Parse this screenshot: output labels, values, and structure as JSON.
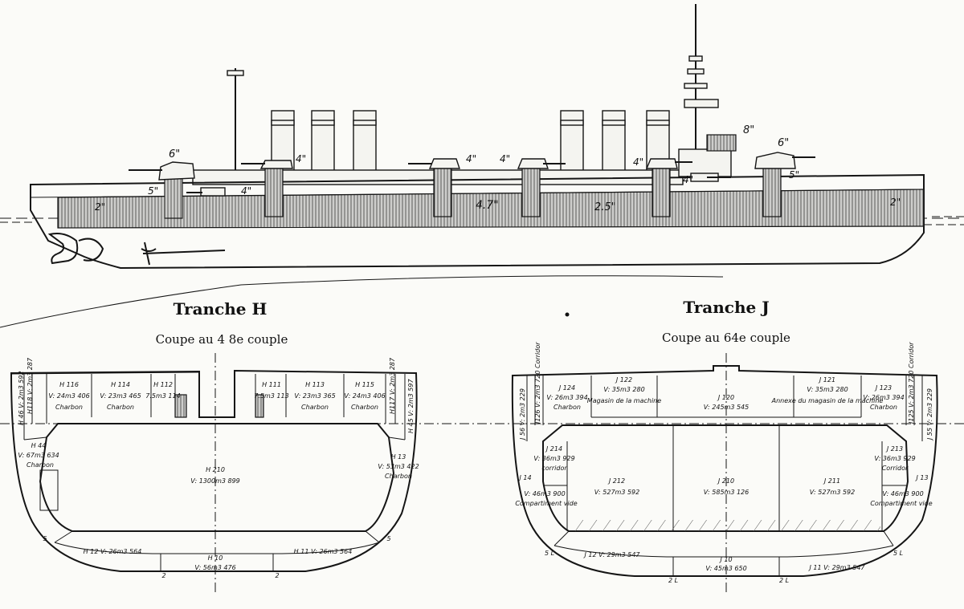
{
  "ship_labels": {
    "gun_6_fwd": "6\"",
    "gun_6_aft": "6\"",
    "gun_4_a": "4\"",
    "gun_4_b": "4\"",
    "gun_4_c": "4\"",
    "gun_4_d": "4\"",
    "gun_4_casemate": "4\"",
    "gun_4_aft_casemate": "4\"",
    "gun_5_fwd": "5\"",
    "gun_5_aft": "5\"",
    "gun_8": "8\"",
    "belt_2_fwd": "2\"",
    "belt_47": "4.7\"",
    "belt_25": "2.5\"",
    "belt_2_aft": "2\""
  },
  "tranche_h": {
    "title": "Tranche H",
    "subtitle": "Coupe au 4 8e couple",
    "cells": {
      "h46": "H 46 V: 2m3 592",
      "h118": "H118 V: 2m3 287",
      "h116": "H 116",
      "h116_v": "V: 24m3 406",
      "h116_c": "Charbon",
      "h114": "H 114",
      "h114_v": "V: 23m3 465",
      "h114_c": "Charbon",
      "h112": "H 112",
      "h112_v": "7.5m3 114",
      "h111": "H 111",
      "h111_v": "7.5m3 113",
      "h113": "H 113",
      "h113_v": "V: 23m3 365",
      "h113_c": "Charbon",
      "h115": "H 115",
      "h115_v": "V: 24m3 406",
      "h115_c": "Charbon",
      "h117": "H117 V: 2m3 287",
      "h45": "H 45 V: 2m3 597",
      "h44": "H 44",
      "h44_v": "V: 67m3 634",
      "h44_c": "Charbon",
      "h210": "H 210",
      "h210_v": "V: 1300m3 899",
      "h13": "H 13",
      "h13_v": "V: 53m3 422",
      "h13_c": "Charbon",
      "h12": "H 12  V: 26m3 564",
      "h10": "H 10",
      "h10_v": "V: 56m3 476",
      "h11": "H 11  V: 26m3 564",
      "frame_5_l": "5",
      "frame_5_r": "5",
      "frame_2_l": "2",
      "frame_2_r": "2"
    }
  },
  "tranche_j": {
    "title": "Tranche J",
    "subtitle": "Coupe au 64e couple",
    "cells": {
      "j124": "J 124",
      "j124_v": "V: 26m3 394",
      "j124_c": "Charbon",
      "j122": "J 122",
      "j122_v": "V: 35m3 280",
      "j122_c": "Magasin de la machine",
      "j120": "J 120",
      "j120_v": "V: 245m3 545",
      "j121": "J 121",
      "j121_v": "V: 35m3 280",
      "j121_c": "Annexe du magasin de la machine",
      "j123": "J 123",
      "j123_v": "V: 26m3 394",
      "j123_c": "Charbon",
      "j126": "J126 V: 2m3 720 Corridor",
      "j125": "J125 V: 2m3 720 Corridor",
      "j56": "J 56 V: 2m3 229",
      "j55": "J 55 V: 2m3 229",
      "j214": "J 214",
      "j214_v": "V: 36m3 929",
      "j214_c": "corridor",
      "j213": "J 213",
      "j213_v": "V: 36m3 929",
      "j213_c": "Corridor",
      "j14": "J 14",
      "j14_v": "V: 46m3 900",
      "j14_c": "Compartiment vide",
      "j212": "J 212",
      "j212_v": "V: 527m3 592",
      "j210": "J 210",
      "j210_v": "V: 585m3 126",
      "j211": "J 211",
      "j211_v": "V: 527m3 592",
      "j13": "J 13",
      "j13_v": "V: 46m3 900",
      "j13_c": "Compartiment vide",
      "j12": "J 12  V: 29m3 547",
      "j10": "J 10",
      "j10_v": "V: 45m3 650",
      "j11": "J 11  V: 29m3 547",
      "frame_5l_l": "5 L",
      "frame_5l_r": "5 L",
      "frame_2l_l": "2 L",
      "frame_2l_r": "2 L"
    }
  }
}
